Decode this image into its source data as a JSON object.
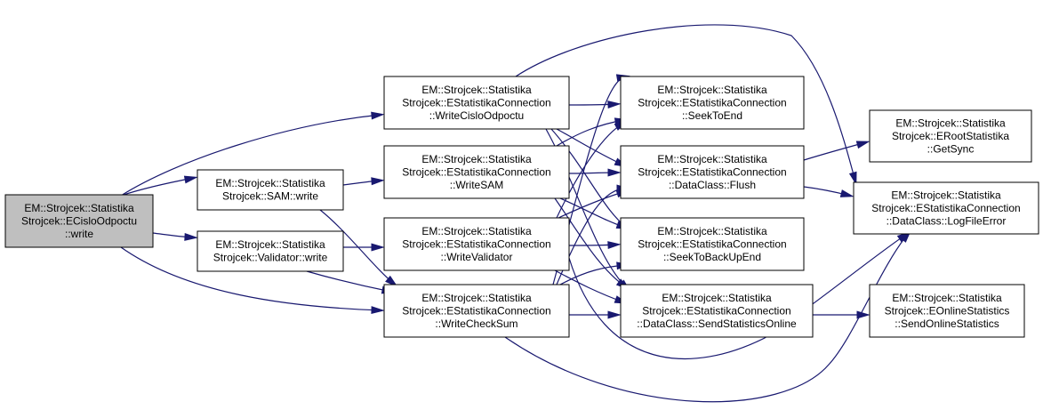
{
  "diagram": {
    "colors": {
      "edge": "#191970",
      "node_fill": "#ffffff",
      "root_fill": "#bfbfbf",
      "border": "#000000"
    },
    "nodes": [
      {
        "id": "root",
        "name": "node-ecislo-odpoctu-write",
        "lines": [
          "EM::Strojcek::Statistika",
          "Strojcek::ECisloOdpoctu",
          "::write"
        ],
        "root": true
      },
      {
        "id": "samw",
        "name": "node-sam-write",
        "lines": [
          "EM::Strojcek::Statistika",
          "Strojcek::SAM::write"
        ]
      },
      {
        "id": "valw",
        "name": "node-validator-write",
        "lines": [
          "EM::Strojcek::Statistika",
          "Strojcek::Validator::write"
        ]
      },
      {
        "id": "wco",
        "name": "node-write-cislo-odpoctu",
        "lines": [
          "EM::Strojcek::Statistika",
          "Strojcek::EStatistikaConnection",
          "::WriteCisloOdpoctu"
        ]
      },
      {
        "id": "wsam",
        "name": "node-write-sam",
        "lines": [
          "EM::Strojcek::Statistika",
          "Strojcek::EStatistikaConnection",
          "::WriteSAM"
        ]
      },
      {
        "id": "wval",
        "name": "node-write-validator",
        "lines": [
          "EM::Strojcek::Statistika",
          "Strojcek::EStatistikaConnection",
          "::WriteValidator"
        ]
      },
      {
        "id": "wcs",
        "name": "node-write-check-sum",
        "lines": [
          "EM::Strojcek::Statistika",
          "Strojcek::EStatistikaConnection",
          "::WriteCheckSum"
        ]
      },
      {
        "id": "ste",
        "name": "node-seek-to-end",
        "lines": [
          "EM::Strojcek::Statistika",
          "Strojcek::EStatistikaConnection",
          "::SeekToEnd"
        ]
      },
      {
        "id": "flush",
        "name": "node-dataclass-flush",
        "lines": [
          "EM::Strojcek::Statistika",
          "Strojcek::EStatistikaConnection",
          "::DataClass::Flush"
        ]
      },
      {
        "id": "stbe",
        "name": "node-seek-to-backup-end",
        "lines": [
          "EM::Strojcek::Statistika",
          "Strojcek::EStatistikaConnection",
          "::SeekToBackUpEnd"
        ]
      },
      {
        "id": "sso",
        "name": "node-send-statistics-online",
        "lines": [
          "EM::Strojcek::Statistika",
          "Strojcek::EStatistikaConnection",
          "::DataClass::SendStatisticsOnline"
        ]
      },
      {
        "id": "gsync",
        "name": "node-eroot-getsync",
        "lines": [
          "EM::Strojcek::Statistika",
          "Strojcek::ERootStatistika",
          "::GetSync"
        ]
      },
      {
        "id": "lfe",
        "name": "node-dataclass-logfileerror",
        "lines": [
          "EM::Strojcek::Statistika",
          "Strojcek::EStatistikaConnection",
          "::DataClass::LogFileError"
        ]
      },
      {
        "id": "sos",
        "name": "node-send-online-statistics",
        "lines": [
          "EM::Strojcek::Statistika",
          "Strojcek::EOnlineStatistics",
          "::SendOnlineStatistics"
        ]
      }
    ],
    "edges": [
      {
        "from": "root",
        "to": "samw"
      },
      {
        "from": "root",
        "to": "valw"
      },
      {
        "from": "root",
        "to": "wco"
      },
      {
        "from": "root",
        "to": "wcs"
      },
      {
        "from": "samw",
        "to": "wsam"
      },
      {
        "from": "samw",
        "to": "wcs"
      },
      {
        "from": "valw",
        "to": "wval"
      },
      {
        "from": "valw",
        "to": "wcs"
      },
      {
        "from": "wco",
        "to": "ste"
      },
      {
        "from": "wco",
        "to": "flush"
      },
      {
        "from": "wco",
        "to": "stbe"
      },
      {
        "from": "wco",
        "to": "sso"
      },
      {
        "from": "wco",
        "to": "lfe"
      },
      {
        "from": "wsam",
        "to": "ste"
      },
      {
        "from": "wsam",
        "to": "flush"
      },
      {
        "from": "wsam",
        "to": "stbe"
      },
      {
        "from": "wsam",
        "to": "sso"
      },
      {
        "from": "wval",
        "to": "ste"
      },
      {
        "from": "wval",
        "to": "flush"
      },
      {
        "from": "wval",
        "to": "stbe"
      },
      {
        "from": "wval",
        "to": "sso"
      },
      {
        "from": "wval",
        "to": "lfe"
      },
      {
        "from": "wcs",
        "to": "ste"
      },
      {
        "from": "wcs",
        "to": "flush"
      },
      {
        "from": "wcs",
        "to": "stbe"
      },
      {
        "from": "wcs",
        "to": "sso"
      },
      {
        "from": "wcs",
        "to": "lfe"
      },
      {
        "from": "flush",
        "to": "gsync"
      },
      {
        "from": "flush",
        "to": "lfe"
      },
      {
        "from": "sso",
        "to": "sos"
      }
    ]
  }
}
